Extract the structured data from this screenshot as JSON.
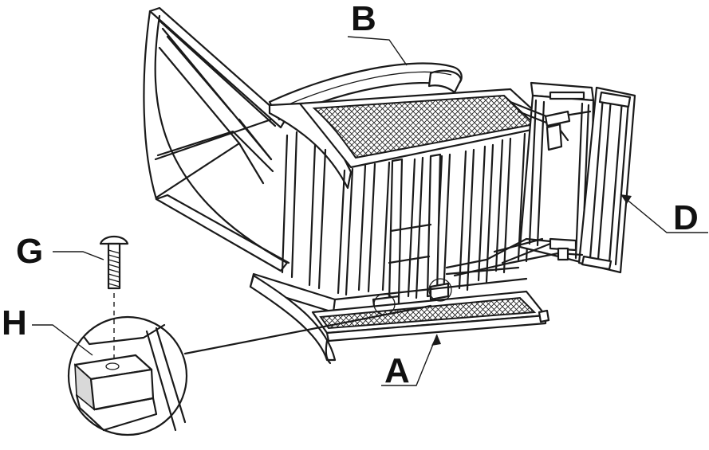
{
  "diagram": {
    "callouts": {
      "A": "A",
      "B": "B",
      "D": "D",
      "G": "G",
      "H": "H"
    }
  }
}
